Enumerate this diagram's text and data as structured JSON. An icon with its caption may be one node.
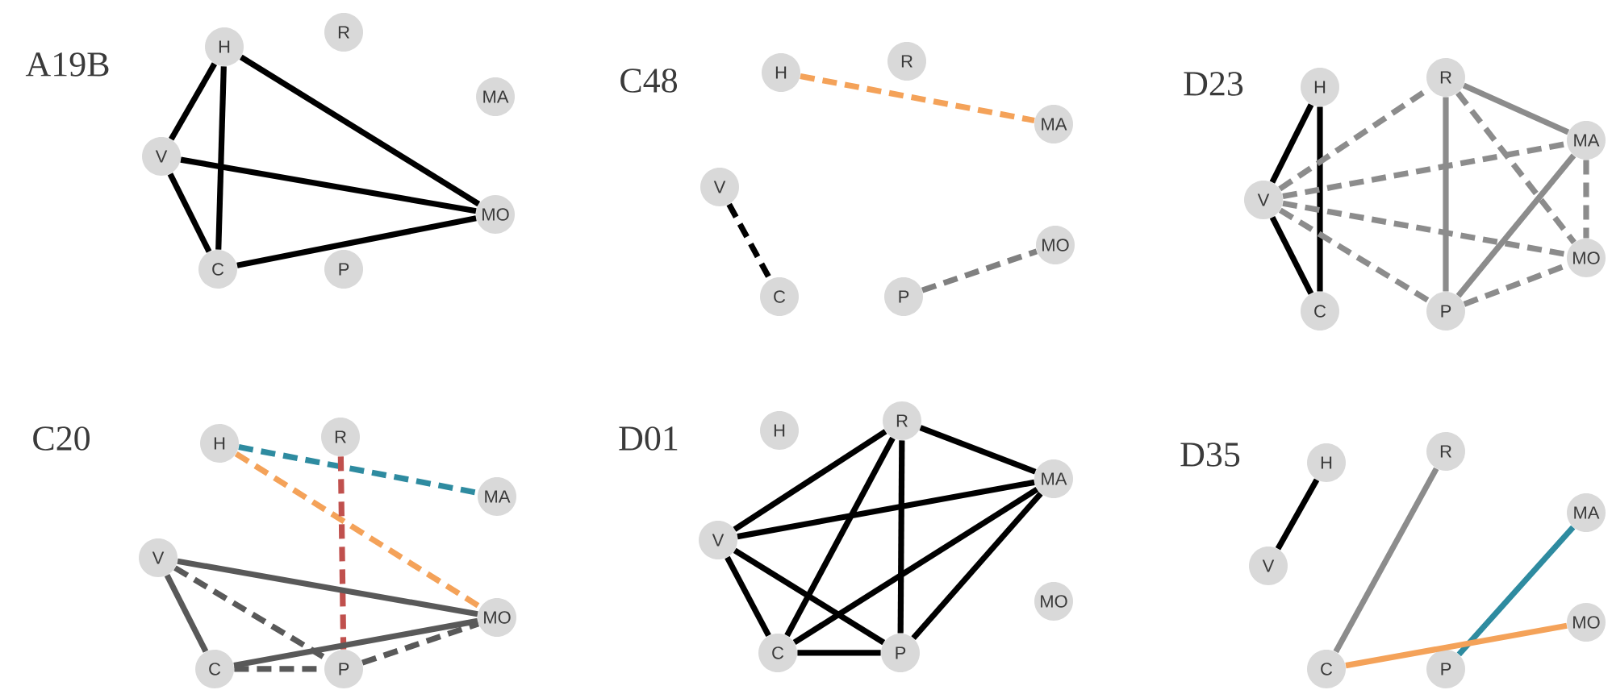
{
  "diagram": {
    "nodes": [
      {
        "text": [
          "H"
        ]
      },
      {
        "text": [
          "R"
        ]
      },
      {
        "text": [
          "MA"
        ]
      },
      {
        "text": [
          "V"
        ]
      },
      {
        "text": [
          "MO"
        ]
      },
      {
        "text": [
          "C"
        ]
      },
      {
        "text": [
          "P"
        ]
      },
      {
        "text": [
          "H"
        ]
      },
      {
        "text": [
          "R"
        ]
      },
      {
        "text": [
          "MA"
        ]
      },
      {
        "text": [
          "V"
        ]
      },
      {
        "text": [
          "MO"
        ]
      },
      {
        "text": [
          "C"
        ]
      },
      {
        "text": [
          "P"
        ]
      },
      {
        "text": [
          "H"
        ]
      },
      {
        "text": [
          "R"
        ]
      },
      {
        "text": [
          "MA"
        ]
      },
      {
        "text": [
          "V"
        ]
      },
      {
        "text": [
          "MO"
        ]
      },
      {
        "text": [
          "C"
        ]
      },
      {
        "text": [
          "P"
        ]
      },
      {
        "text": [
          "H"
        ]
      },
      {
        "text": [
          "R"
        ]
      },
      {
        "text": [
          "MA"
        ]
      },
      {
        "text": [
          "V"
        ]
      },
      {
        "text": [
          "MO"
        ]
      },
      {
        "text": [
          "C"
        ]
      },
      {
        "text": [
          "P"
        ]
      },
      {
        "text": [
          "H"
        ]
      },
      {
        "text": [
          "R"
        ]
      },
      {
        "text": [
          "MA"
        ]
      },
      {
        "text": [
          "V"
        ]
      },
      {
        "text": [
          "MO"
        ]
      },
      {
        "text": [
          "C"
        ]
      },
      {
        "text": [
          "P"
        ]
      },
      {
        "text": [
          "H"
        ]
      },
      {
        "text": [
          "R"
        ]
      },
      {
        "text": [
          "MA"
        ]
      },
      {
        "text": [
          "V"
        ]
      },
      {
        "text": [
          "MO"
        ]
      },
      {
        "text": [
          "C"
        ]
      },
      {
        "text": [
          "P"
        ]
      }
    ],
    "edges": [
      {
        "from": 0,
        "to": 3,
        "arrow": "none"
      },
      {
        "from": 0,
        "to": 5,
        "arrow": "none"
      },
      {
        "from": 0,
        "to": 4,
        "arrow": "none"
      },
      {
        "from": 3,
        "to": 4,
        "arrow": "none"
      },
      {
        "from": 3,
        "to": 5,
        "arrow": "none"
      },
      {
        "from": 5,
        "to": 4,
        "arrow": "none"
      },
      {
        "from": 7,
        "to": 9,
        "arrow": "none",
        "style": "dashed",
        "color": "#f4a259"
      },
      {
        "from": 10,
        "to": 12,
        "arrow": "none",
        "style": "dashed"
      },
      {
        "from": 13,
        "to": 11,
        "arrow": "none",
        "style": "dashed",
        "color": "#808080"
      },
      {
        "from": 14,
        "to": 17,
        "arrow": "none"
      },
      {
        "from": 14,
        "to": 19,
        "arrow": "none"
      },
      {
        "from": 17,
        "to": 19,
        "arrow": "none"
      },
      {
        "from": 17,
        "to": 15,
        "arrow": "none",
        "style": "dashed",
        "color": "#8c8c8c"
      },
      {
        "from": 15,
        "to": 16,
        "arrow": "none",
        "color": "#8c8c8c"
      },
      {
        "from": 15,
        "to": 20,
        "arrow": "none",
        "color": "#8c8c8c"
      },
      {
        "from": 15,
        "to": 18,
        "arrow": "none",
        "style": "dashed",
        "color": "#8c8c8c"
      },
      {
        "from": 17,
        "to": 16,
        "arrow": "none",
        "style": "dashed",
        "color": "#8c8c8c"
      },
      {
        "from": 17,
        "to": 18,
        "arrow": "none",
        "style": "dashed",
        "color": "#8c8c8c"
      },
      {
        "from": 17,
        "to": 20,
        "arrow": "none",
        "style": "dashed",
        "color": "#8c8c8c"
      },
      {
        "from": 20,
        "to": 16,
        "arrow": "none",
        "color": "#8c8c8c"
      },
      {
        "from": 16,
        "to": 18,
        "arrow": "none",
        "style": "dashed",
        "color": "#8c8c8c"
      },
      {
        "from": 20,
        "to": 18,
        "arrow": "none",
        "style": "dashed",
        "color": "#8c8c8c"
      },
      {
        "from": 21,
        "to": 23,
        "arrow": "none",
        "style": "dashed",
        "color": "#2e8ba0"
      },
      {
        "from": 21,
        "to": 25,
        "arrow": "none",
        "style": "dashed",
        "color": "#f4a259"
      },
      {
        "from": 22,
        "to": 27,
        "arrow": "none",
        "style": "dashed",
        "color": "#c0504d"
      },
      {
        "from": 24,
        "to": 25,
        "arrow": "none",
        "color": "#595959"
      },
      {
        "from": 24,
        "to": 26,
        "arrow": "none",
        "color": "#595959"
      },
      {
        "from": 24,
        "to": 27,
        "arrow": "none",
        "style": "dashed",
        "color": "#595959"
      },
      {
        "from": 26,
        "to": 25,
        "arrow": "none",
        "color": "#595959"
      },
      {
        "from": 26,
        "to": 27,
        "arrow": "none",
        "style": "dashed",
        "color": "#595959"
      },
      {
        "from": 27,
        "to": 25,
        "arrow": "none",
        "style": "dashed",
        "color": "#595959"
      },
      {
        "from": 29,
        "to": 31,
        "arrow": "none"
      },
      {
        "from": 29,
        "to": 33,
        "arrow": "none"
      },
      {
        "from": 29,
        "to": 34,
        "arrow": "none"
      },
      {
        "from": 29,
        "to": 30,
        "arrow": "none"
      },
      {
        "from": 31,
        "to": 30,
        "arrow": "none"
      },
      {
        "from": 31,
        "to": 33,
        "arrow": "none"
      },
      {
        "from": 31,
        "to": 34,
        "arrow": "none"
      },
      {
        "from": 33,
        "to": 34,
        "arrow": "none"
      },
      {
        "from": 33,
        "to": 30,
        "arrow": "none"
      },
      {
        "from": 34,
        "to": 30,
        "arrow": "none"
      },
      {
        "from": 35,
        "to": 38,
        "arrow": "none"
      },
      {
        "from": 36,
        "to": 40,
        "arrow": "none",
        "color": "#8c8c8c"
      },
      {
        "from": 41,
        "to": 37,
        "arrow": "none",
        "color": "#2e8ba0"
      },
      {
        "from": 40,
        "to": 39,
        "arrow": "none",
        "color": "#f4a259"
      }
    ],
    "labels": [
      "A19B",
      "C48",
      "D23",
      "C20",
      "D01",
      "D35"
    ]
  }
}
